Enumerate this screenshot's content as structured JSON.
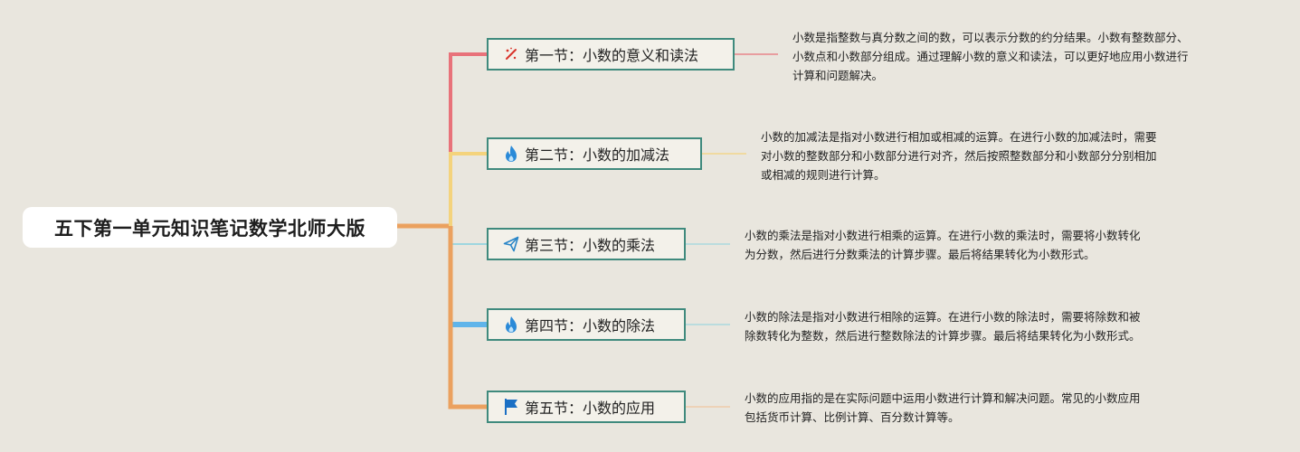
{
  "root": {
    "label": "五下第一单元知识笔记数学北师大版"
  },
  "colors": {
    "background": "#e9e6de",
    "topic_border": "#3f8a7d",
    "trunk": "#eba15f",
    "branch_1": "#e8727a",
    "branch_2": "#f4d37c",
    "branch_3": "#9ed6df",
    "branch_4": "#5fb4ea",
    "branch_5": "#eba15f"
  },
  "topics": [
    {
      "label": "第一节：小数的意义和读法",
      "icon": "sparkle-wand-icon",
      "note": "小数是指整数与真分数之间的数，可以表示分数的约分结果。小数有整数部分、\n小数点和小数部分组成。通过理解小数的意义和读法，可以更好地应用小数进行\n计算和问题解决。"
    },
    {
      "label": "第二节：小数的加减法",
      "icon": "fire-icon",
      "note": "小数的加减法是指对小数进行相加或相减的运算。在进行小数的加减法时，需要\n对小数的整数部分和小数部分进行对齐，然后按照整数部分和小数部分分别相加\n或相减的规则进行计算。"
    },
    {
      "label": "第三节：小数的乘法",
      "icon": "paper-plane-icon",
      "note": "小数的乘法是指对小数进行相乘的运算。在进行小数的乘法时，需要将小数转化\n为分数，然后进行分数乘法的计算步骤。最后将结果转化为小数形式。"
    },
    {
      "label": "第四节：小数的除法",
      "icon": "fire-icon",
      "note": "小数的除法是指对小数进行相除的运算。在进行小数的除法时，需要将除数和被\n除数转化为整数，然后进行整数除法的计算步骤。最后将结果转化为小数形式。"
    },
    {
      "label": "第五节：小数的应用",
      "icon": "flag-icon",
      "note": "小数的应用指的是在实际问题中运用小数进行计算和解决问题。常见的小数应用\n包括货币计算、比例计算、百分数计算等。"
    }
  ]
}
